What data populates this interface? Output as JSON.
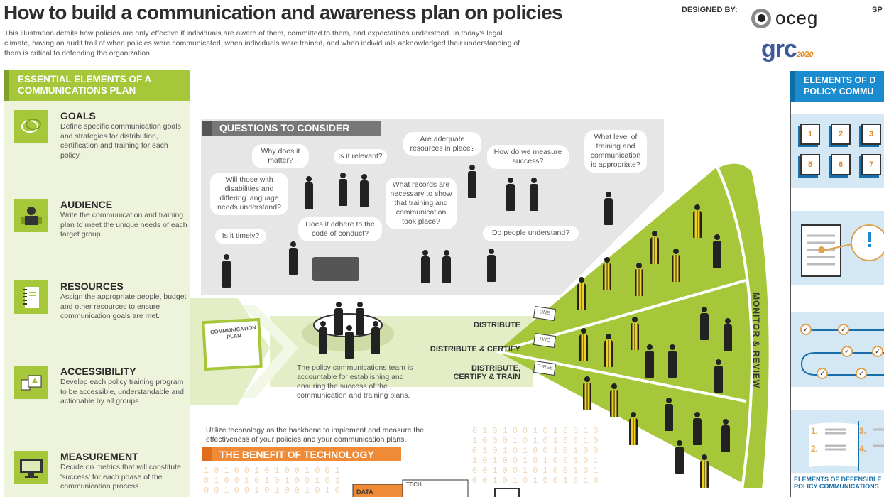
{
  "header": {
    "title": "How to build a communication and awareness plan on policies",
    "intro": "This illustration details how policies are only effective if individuals are aware of them, committed to them, and expectations understood. In today's legal climate, having an audit trail of when policies were communicated, when individuals were trained, and when individuals acknowledged their understanding of them is critical to defending the organization.",
    "designed_by": "DESIGNED BY:",
    "sponsor_label_partial": "SP",
    "logos": {
      "oceg": "oceg",
      "grc": "grc",
      "grc_suffix": "20/20"
    }
  },
  "essential": {
    "heading": "ESSENTIAL ELEMENTS OF A COMMUNICATIONS PLAN",
    "items": [
      {
        "title": "GOALS",
        "text": "Define specific communication goals and strategies for distribution, certification and training for each policy.",
        "icon": "speech-bubbles-icon"
      },
      {
        "title": "AUDIENCE",
        "text": "Write the communication and training plan to meet the unique needs of each target group.",
        "icon": "people-group-icon"
      },
      {
        "title": "RESOURCES",
        "text": "Assign the appropriate people, budget and other resources to ensure communication goals are met.",
        "icon": "notebook-icon"
      },
      {
        "title": "ACCESSIBILITY",
        "text": "Develop each policy training program to be accessible, understandable and actionable by all groups.",
        "icon": "accessibility-icon"
      },
      {
        "title": "MEASUREMENT",
        "text": "Decide on metrics that will constitute 'success' for each phase of the communication process.",
        "icon": "monitor-chart-icon"
      }
    ]
  },
  "questions": {
    "heading": "QUESTIONS TO CONSIDER",
    "bubbles": [
      "Why does it matter?",
      "Is it relevant?",
      "Will those with disabilities and differing language needs understand?",
      "Is it timely?",
      "Does it adhere to the code of conduct?",
      "Are adequate resources in place?",
      "What records are necessary to show that training and communication took place?",
      "How do we measure success?",
      "What level of training and communication is appropriate?",
      "Do people understand?"
    ]
  },
  "plan": {
    "document_label": "COMMUNICATION PLAN",
    "team_text": "The policy communications team is accountable for establishing and ensuring the success of the communication and training plans.",
    "levels": [
      {
        "label": "DISTRIBUTE",
        "sign": "ONE"
      },
      {
        "label": "DISTRIBUTE & CERTIFY",
        "sign": "TWO"
      },
      {
        "label": "DISTRIBUTE, CERTIFY & TRAIN",
        "sign": "THREE"
      }
    ],
    "monitor": "MONITOR & REVIEW"
  },
  "technology": {
    "intro": "Utilize technology as the backbone to implement and measure the effectiveness of your policies and your communication plans.",
    "heading": "THE BENEFIT OF TECHNOLOGY",
    "labels": {
      "data": "DATA",
      "tech": "TECH"
    }
  },
  "right_panel": {
    "heading": "ELEMENTS OF DEFENSIBLE POLICY COMMUNICATIONS",
    "heading_visible": "ELEMENTS OF D\nPOLICY COMMU",
    "numbers": [
      "1",
      "2",
      "3",
      "5",
      "6",
      "7"
    ],
    "book_numbers": [
      "1.",
      "2.",
      "3.",
      "4."
    ]
  },
  "colors": {
    "green": "#a6c73a",
    "green_light": "#eef3dc",
    "blue": "#1b8ccf",
    "orange": "#ef8a36",
    "grey_panel": "#e6e6e6"
  }
}
